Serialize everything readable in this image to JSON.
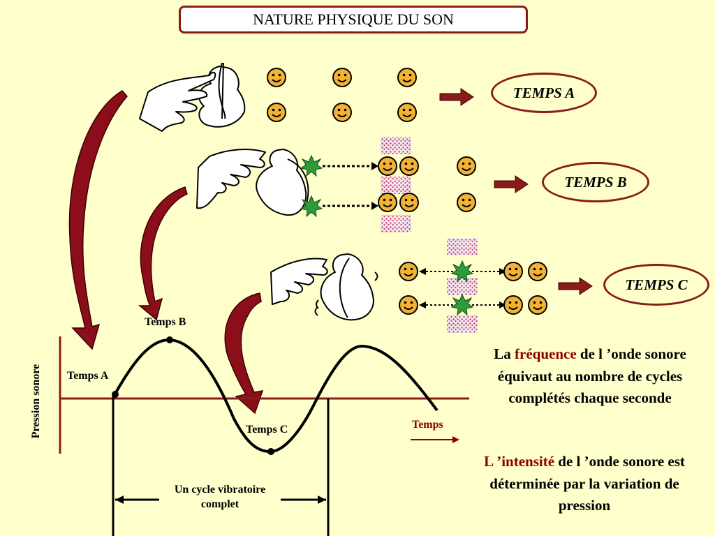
{
  "title": "NATURE PHYSIQUE DU SON",
  "stages": {
    "a": "TEMPS A",
    "b": "TEMPS B",
    "c": "TEMPS C"
  },
  "wave_labels": {
    "temps_a": "Temps A",
    "temps_b": "Temps B",
    "temps_c": "Temps C",
    "y_axis": "Pression sonore",
    "x_axis": "Temps",
    "cycle_line1": "Un cycle vibratoire",
    "cycle_line2": "complet"
  },
  "frequency_text": {
    "prefix": "La ",
    "term": "fréquence",
    "rest": " de l ’onde sonore équivaut au nombre de cycles complétés chaque seconde"
  },
  "intensity_text": {
    "term": "L ’intensité",
    "rest": " de l ’onde sonore est déterminée par la variation de pression"
  },
  "colors": {
    "background": "#ffffcc",
    "accent": "#8b0000",
    "smiley": "#f2b233",
    "burst": "#2e9a3a"
  }
}
